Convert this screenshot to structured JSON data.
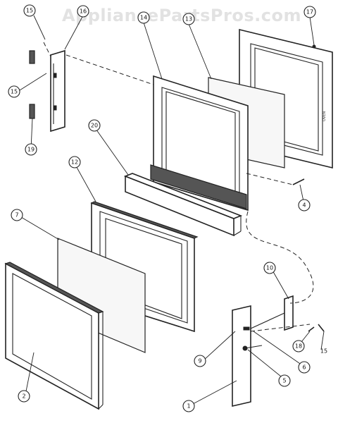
{
  "watermark": "AppliancePartsPros.com",
  "callouts": [
    {
      "id": "c15a",
      "label": "15"
    },
    {
      "id": "c16",
      "label": "16"
    },
    {
      "id": "c15b",
      "label": "15"
    },
    {
      "id": "c19",
      "label": "19"
    },
    {
      "id": "c14",
      "label": "14"
    },
    {
      "id": "c13",
      "label": "13"
    },
    {
      "id": "c17",
      "label": "17"
    },
    {
      "id": "c20",
      "label": "20"
    },
    {
      "id": "c12",
      "label": "12"
    },
    {
      "id": "c7",
      "label": "7"
    },
    {
      "id": "c4",
      "label": "4"
    },
    {
      "id": "c10",
      "label": "10"
    },
    {
      "id": "c9",
      "label": "9"
    },
    {
      "id": "c18",
      "label": "18"
    },
    {
      "id": "c6",
      "label": "6"
    },
    {
      "id": "c2",
      "label": "2"
    },
    {
      "id": "c5",
      "label": "5"
    },
    {
      "id": "c1",
      "label": "1"
    },
    {
      "id": "c15c",
      "label": "15"
    }
  ]
}
